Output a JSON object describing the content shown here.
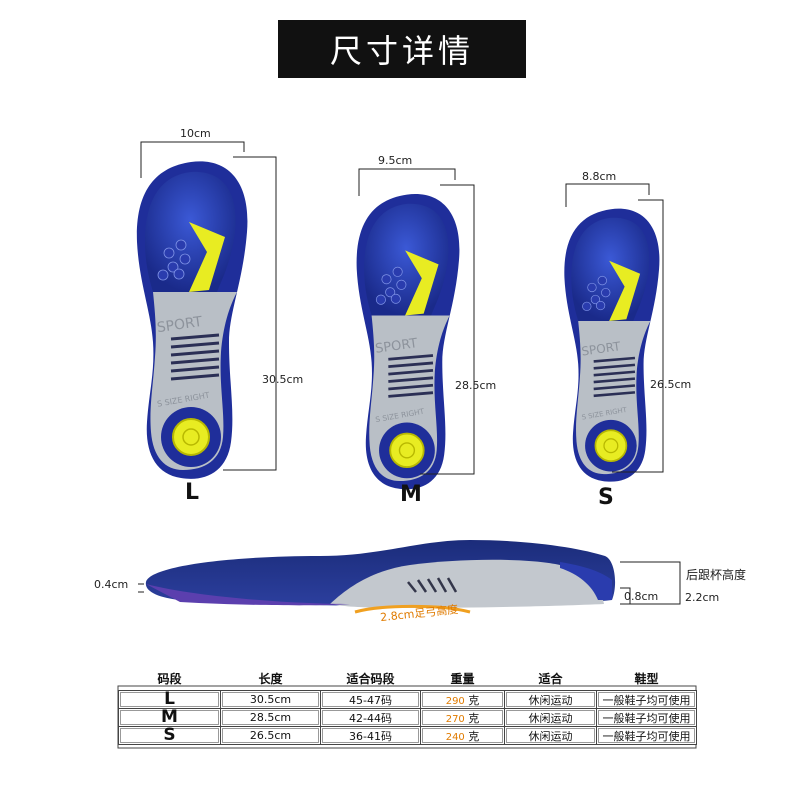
{
  "title": "尺寸详情",
  "insoles": [
    {
      "size": "L",
      "width": "10cm",
      "length": "30.5cm"
    },
    {
      "size": "M",
      "width": "9.5cm",
      "length": "28.5cm"
    },
    {
      "size": "S",
      "width": "8.8cm",
      "length": "26.5cm"
    }
  ],
  "insole_print": {
    "brand": "SPORT",
    "side": "S SIZE RIGHT"
  },
  "side_view": {
    "toe_thickness": "0.4cm",
    "heel_cup_label": "后跟杯高度",
    "heel_base": "0.8cm",
    "heel_cup": "2.2cm",
    "arch_height": "2.8cm足弓高度"
  },
  "table": {
    "headers": [
      "码段",
      "长度",
      "适合码段",
      "重量",
      "适合",
      "鞋型"
    ],
    "weight_unit": "克",
    "rows": [
      {
        "code": "L",
        "length": "30.5cm",
        "fit": "45-47码",
        "weight": "290",
        "use": "休闲运动",
        "shoe": "一般鞋子均可使用"
      },
      {
        "code": "M",
        "length": "28.5cm",
        "fit": "42-44码",
        "weight": "270",
        "use": "休闲运动",
        "shoe": "一般鞋子均可使用"
      },
      {
        "code": "S",
        "length": "26.5cm",
        "fit": "36-41码",
        "weight": "240",
        "use": "休闲运动",
        "shoe": "一般鞋子均可使用"
      }
    ]
  },
  "colors": {
    "navy": "#1f2e9a",
    "gray": "#b9bfc6",
    "yellow": "#e8ec22",
    "accent": "#f0a020"
  }
}
